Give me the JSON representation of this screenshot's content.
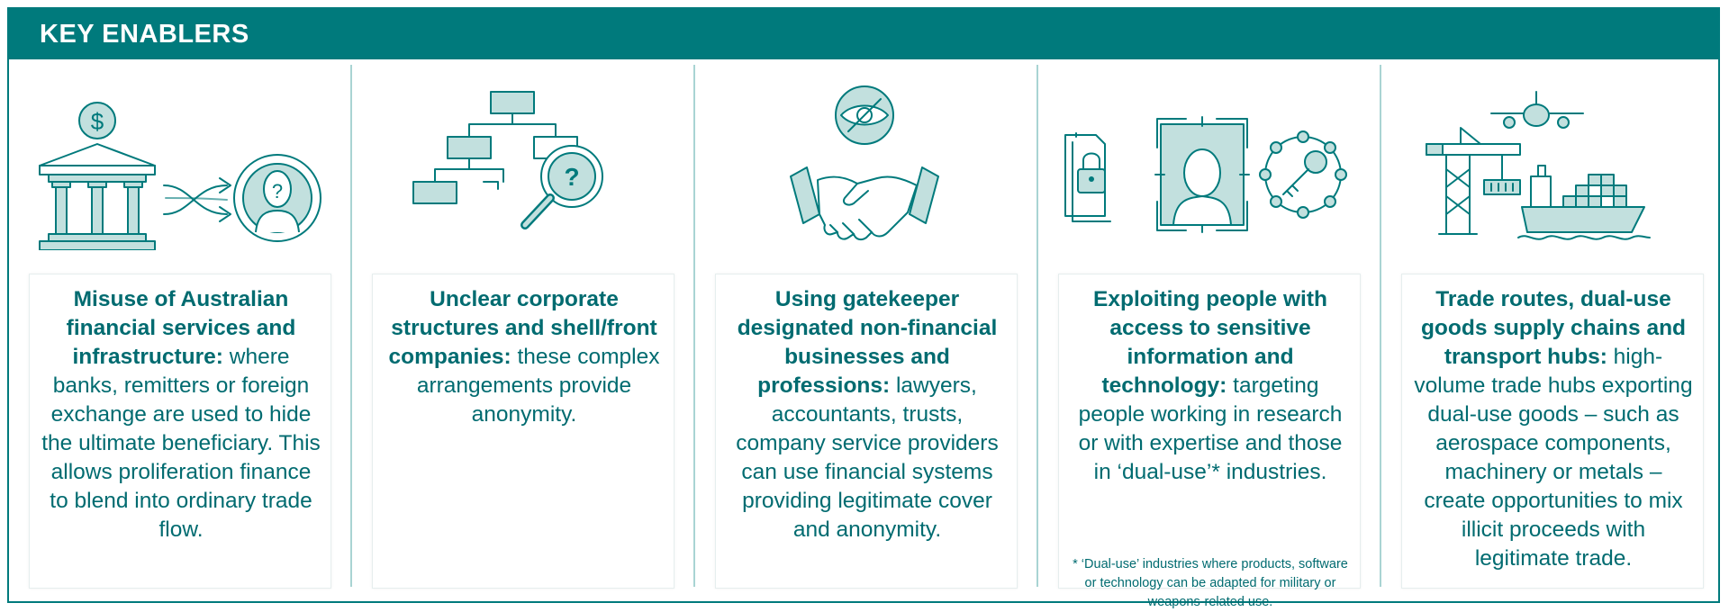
{
  "header": {
    "title": "KEY ENABLERS"
  },
  "columns": [
    {
      "heading": "Misuse of Australian financial services and infrastructure:",
      "body": " where banks, remitters or foreign exchange are used to hide the ultimate beneficiary. This allows proliferation finance to blend into ordinary trade flow.",
      "icons": [
        "bank-icon",
        "arrows-icon",
        "unknown-person-icon"
      ]
    },
    {
      "heading": "Unclear corporate structures and shell/front companies:",
      "body": " these complex arrangements provide anonymity.",
      "icons": [
        "org-chart-icon",
        "magnifier-question-icon"
      ]
    },
    {
      "heading": "Using gatekeeper designated non-financial businesses and professions:",
      "body": " lawyers, accountants, trusts, company service providers can use financial systems providing legitimate cover and anonymity.",
      "icons": [
        "hidden-eye-icon",
        "handshake-icon"
      ]
    },
    {
      "heading": "Exploiting people with access to sensitive information and technology:",
      "body": " targeting people working in research or with expertise and those in ‘dual-use’* industries.",
      "footnote": "* ‘Dual-use’ industries where products, software or technology can be adapted for military or weapons-related use.",
      "icons": [
        "locked-document-icon",
        "person-target-icon",
        "key-network-icon"
      ]
    },
    {
      "heading": "Trade routes, dual-use goods supply chains and transport hubs:",
      "body": " high-volume trade hubs exporting dual-use goods – such as aerospace components, machinery or metals – create opportunities to mix illicit proceeds with legitimate trade.",
      "icons": [
        "crane-icon",
        "airplane-icon",
        "cargo-ship-icon"
      ]
    }
  ],
  "colors": {
    "primary": "#007a7c",
    "light": "#c2e0de",
    "divider": "#a9d4d3"
  }
}
